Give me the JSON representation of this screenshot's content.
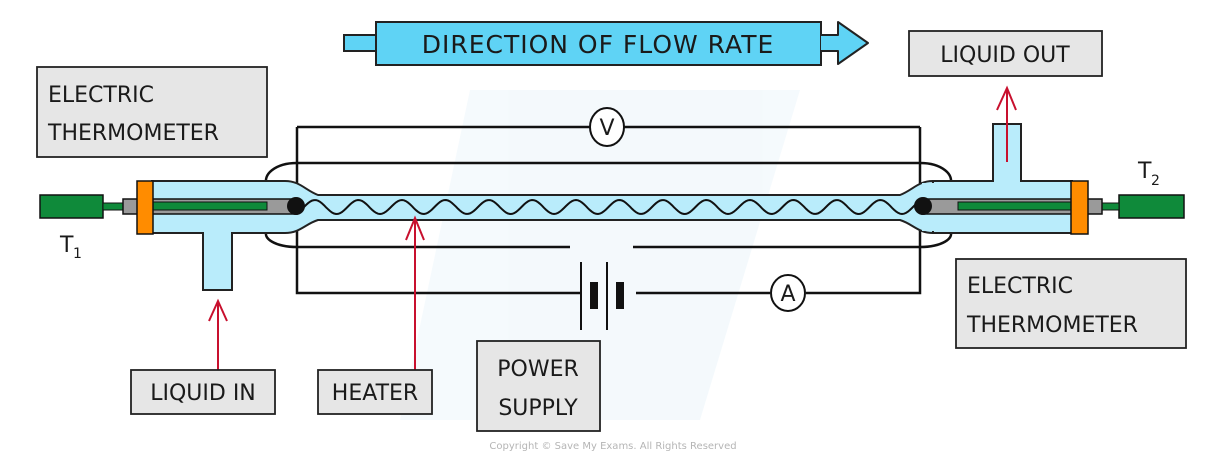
{
  "diagram": {
    "title_arrow": {
      "label": "DIRECTION OF FLOW RATE"
    },
    "labels": {
      "thermometer_left": [
        "ELECTRIC",
        "THERMOMETER"
      ],
      "thermometer_right": [
        "ELECTRIC",
        "THERMOMETER"
      ],
      "liquid_out": "LIQUID OUT",
      "liquid_in": "LIQUID IN",
      "heater": "HEATER",
      "power_supply": [
        "POWER",
        "SUPPLY"
      ]
    },
    "sensors": {
      "t1": {
        "main": "T",
        "sub": "1"
      },
      "t2": {
        "main": "T",
        "sub": "2"
      }
    },
    "meters": {
      "voltmeter": "V",
      "ammeter": "A"
    },
    "copyright": "Copyright © Save My Exams. All Rights Reserved"
  },
  "colors": {
    "liquid": "#b9ecfb",
    "flow_arrow": "#5fd3f5",
    "label_box": "#e6e6e6",
    "thermometer_green": "#0f8a3a",
    "cap_orange": "#ff8c00",
    "probe_grey": "#9a9a9a",
    "pointer_red": "#c8102e"
  }
}
